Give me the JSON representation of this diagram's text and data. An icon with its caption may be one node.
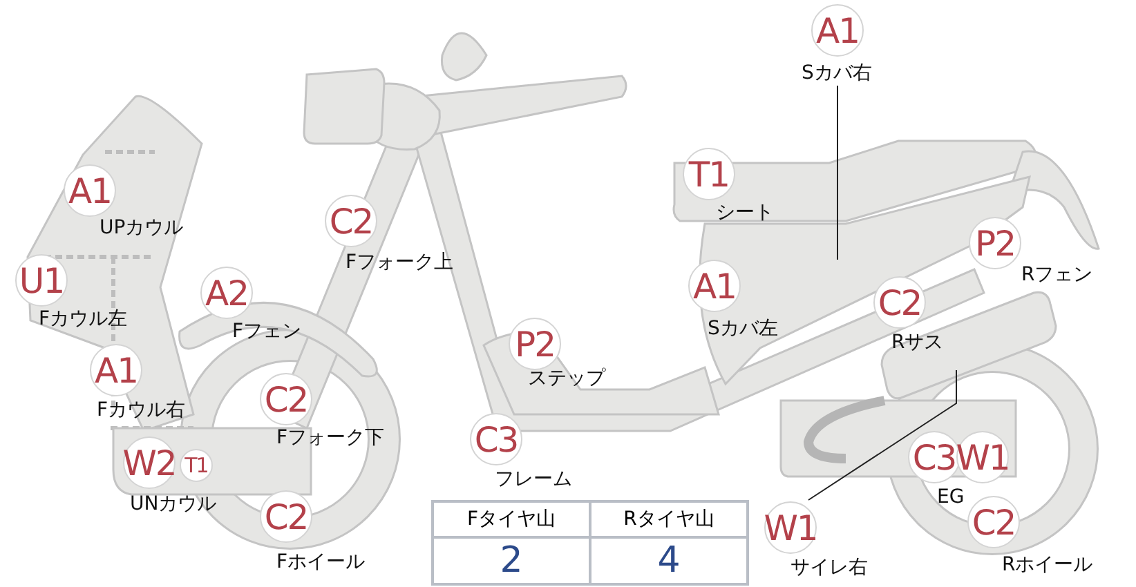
{
  "diagram": {
    "nodes": [
      {
        "text": [
          "A1"
        ],
        "beside": [
          "Sカバ右"
        ]
      },
      {
        "text": [
          "A1"
        ],
        "beside": [
          "UPカウル"
        ]
      },
      {
        "text": [
          "T1"
        ],
        "beside": [
          "シート"
        ]
      },
      {
        "text": [
          "C2"
        ],
        "beside": [
          "Fフォーク上"
        ]
      },
      {
        "text": [
          "P2"
        ],
        "beside": [
          "Rフェン"
        ]
      },
      {
        "text": [
          "U1"
        ],
        "beside": [
          "Fカウル左"
        ]
      },
      {
        "text": [
          "A2"
        ],
        "beside": [
          "Fフェン"
        ]
      },
      {
        "text": [
          "A1"
        ],
        "beside": [
          "Sカバ左"
        ]
      },
      {
        "text": [
          "C2"
        ],
        "beside": [
          "Rサス"
        ]
      },
      {
        "text": [
          "P2"
        ],
        "beside": [
          "ステップ"
        ]
      },
      {
        "text": [
          "A1"
        ],
        "beside": [
          "Fカウル右"
        ]
      },
      {
        "text": [
          "C2"
        ],
        "beside": [
          "Fフォーク下"
        ]
      },
      {
        "text": [
          "C3"
        ],
        "beside": [
          "フレーム"
        ]
      },
      {
        "text": [
          "W2"
        ],
        "beside": [
          "UNカウル"
        ]
      },
      {
        "text": [
          "T1"
        ]
      },
      {
        "text": [
          "C3"
        ],
        "beside": [
          "EG"
        ]
      },
      {
        "text": [
          "W1"
        ]
      },
      {
        "text": [
          "W1"
        ],
        "beside": [
          "サイレ右"
        ]
      },
      {
        "text": [
          "C2"
        ],
        "beside": [
          "Fホイール"
        ]
      },
      {
        "text": [
          "C2"
        ],
        "beside": [
          "Rホイール"
        ]
      },
      {
        "text": [],
        "shape": "picture"
      },
      {
        "text": [],
        "shape": "picture"
      }
    ],
    "edges": [
      {
        "from": 0,
        "to": 20,
        "arrow": "none"
      },
      {
        "from": 17,
        "to": 21,
        "arrow": "none"
      }
    ],
    "labels": [
      "Fタイヤ山",
      "Rタイヤ山",
      "2",
      "4"
    ]
  }
}
